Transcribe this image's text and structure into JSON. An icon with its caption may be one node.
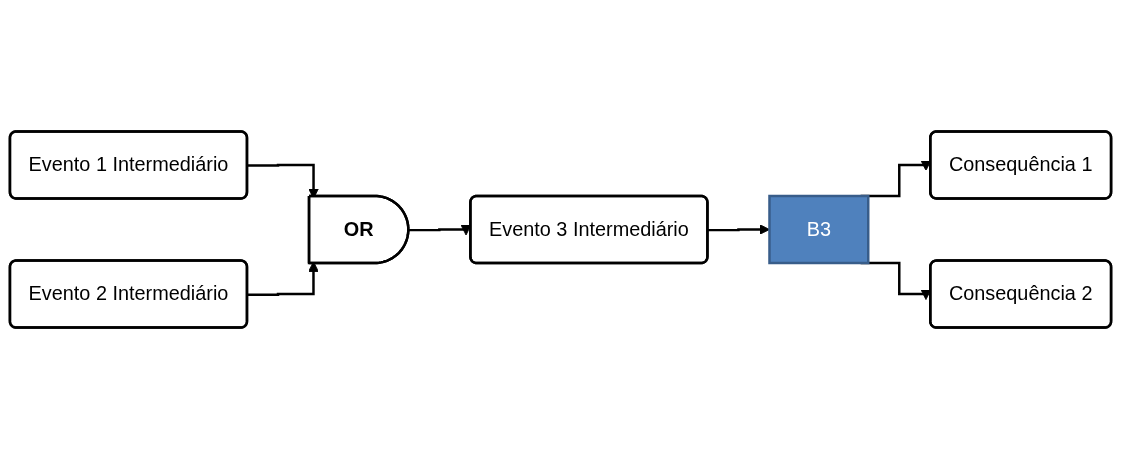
{
  "diagram": {
    "nodes": [
      {
        "text": [
          "Evento 1 Intermediário"
        ]
      },
      {
        "text": [
          "Evento 2 Intermediário"
        ]
      },
      {
        "text": [
          "OR"
        ]
      },
      {
        "text": [
          "Evento 3 Intermediário"
        ]
      },
      {
        "text": [
          "B3"
        ]
      },
      {
        "text": [
          "Consequência 1"
        ]
      },
      {
        "text": [
          "Consequência 2"
        ]
      }
    ],
    "edges": [
      {
        "from": 0,
        "to": 2,
        "arrow": "to"
      },
      {
        "from": 1,
        "to": 2,
        "arrow": "to"
      },
      {
        "from": 2,
        "to": 3,
        "arrow": "to"
      },
      {
        "from": 3,
        "to": 4,
        "arrow": "to"
      },
      {
        "from": 4,
        "to": 5,
        "arrow": "to"
      },
      {
        "from": 4,
        "to": 6,
        "arrow": "to"
      }
    ]
  }
}
